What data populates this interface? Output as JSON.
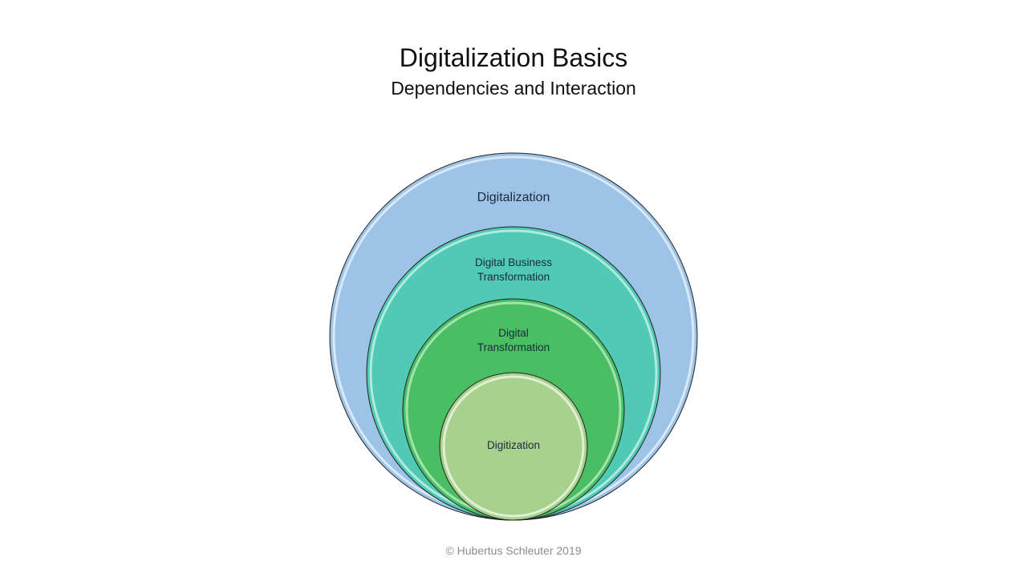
{
  "title": "Digitalization Basics",
  "subtitle": "Dependencies and Interaction",
  "circles": [
    {
      "label": "Digitalization",
      "color": "#9DC3E6"
    },
    {
      "label_line1": "Digital Business",
      "label_line2": "Transformation",
      "color": "#50C9B5"
    },
    {
      "label_line1": "Digital",
      "label_line2": "Transformation",
      "color": "#4ABE63"
    },
    {
      "label": "Digitization",
      "color": "#A9D18E"
    }
  ],
  "footer": "© Hubertus Schleuter 2019"
}
